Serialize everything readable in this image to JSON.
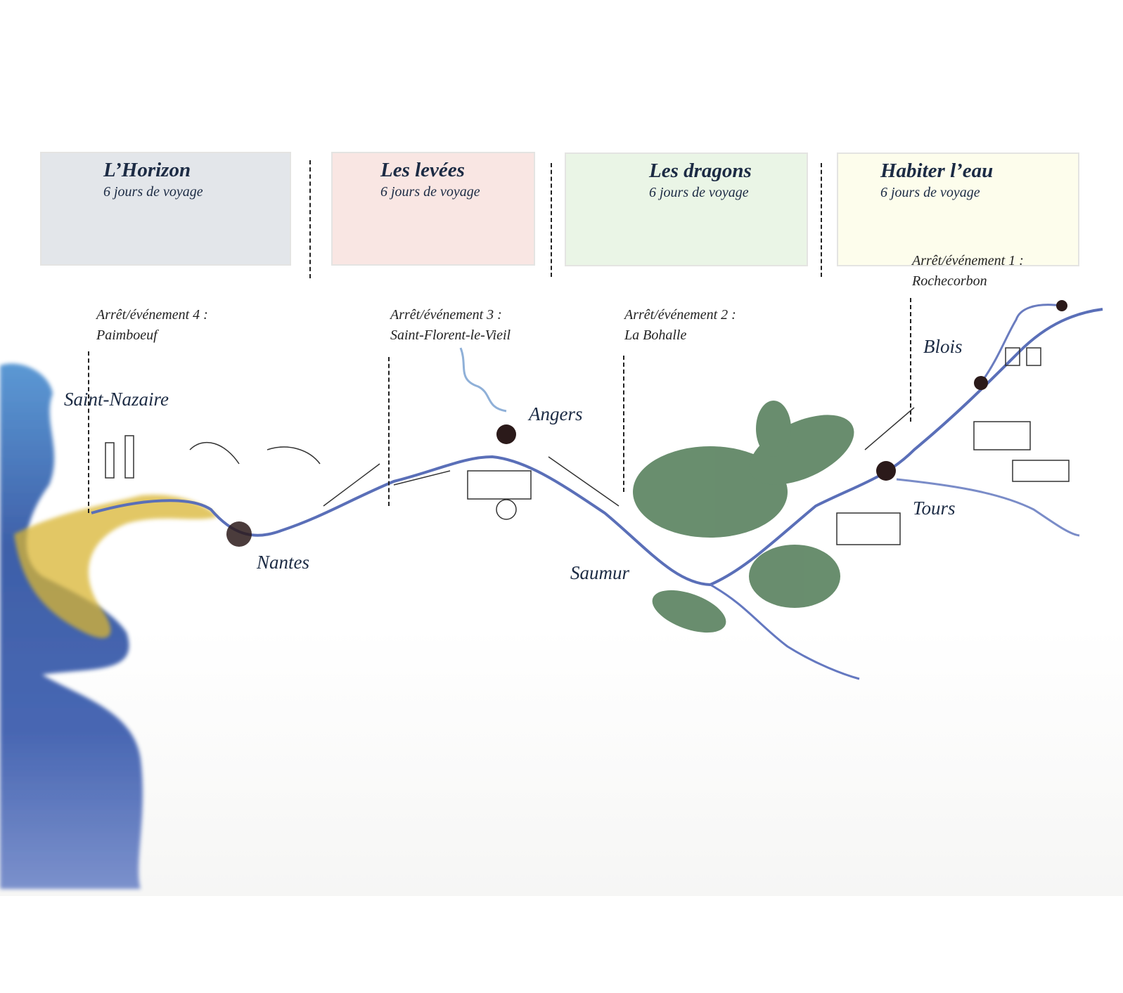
{
  "phases": [
    {
      "title": "L’Horizon",
      "subtitle": "6 jours de voyage",
      "color": "#e3e6ea"
    },
    {
      "title": "Les levées",
      "subtitle": "6 jours de voyage",
      "color": "#f9e6e3"
    },
    {
      "title": "Les dragons",
      "subtitle": "6 jours de voyage",
      "color": "#eaf5e6"
    },
    {
      "title": "Habiter l’eau",
      "subtitle": "6 jours de voyage",
      "color": "#fdfdec"
    }
  ],
  "stops": [
    {
      "label": "Arrêt/événement 4 :",
      "place": "Paimboeuf"
    },
    {
      "label": "Arrêt/événement 3 :",
      "place": "Saint-Florent-le-Vieil"
    },
    {
      "label": "Arrêt/événement 2 :",
      "place": "La Bohalle"
    },
    {
      "label": "Arrêt/événement 1 :",
      "place": "Rochecorbon"
    }
  ],
  "cities": [
    "Saint-Nazaire",
    "Nantes",
    "Angers",
    "Saumur",
    "Tours",
    "Blois"
  ],
  "colors": {
    "river": "#5a6fb8",
    "ocean": "#2a4fa0",
    "estuary": "#d9b531",
    "forest": "#4f7a55",
    "text": "#1c2b44"
  }
}
